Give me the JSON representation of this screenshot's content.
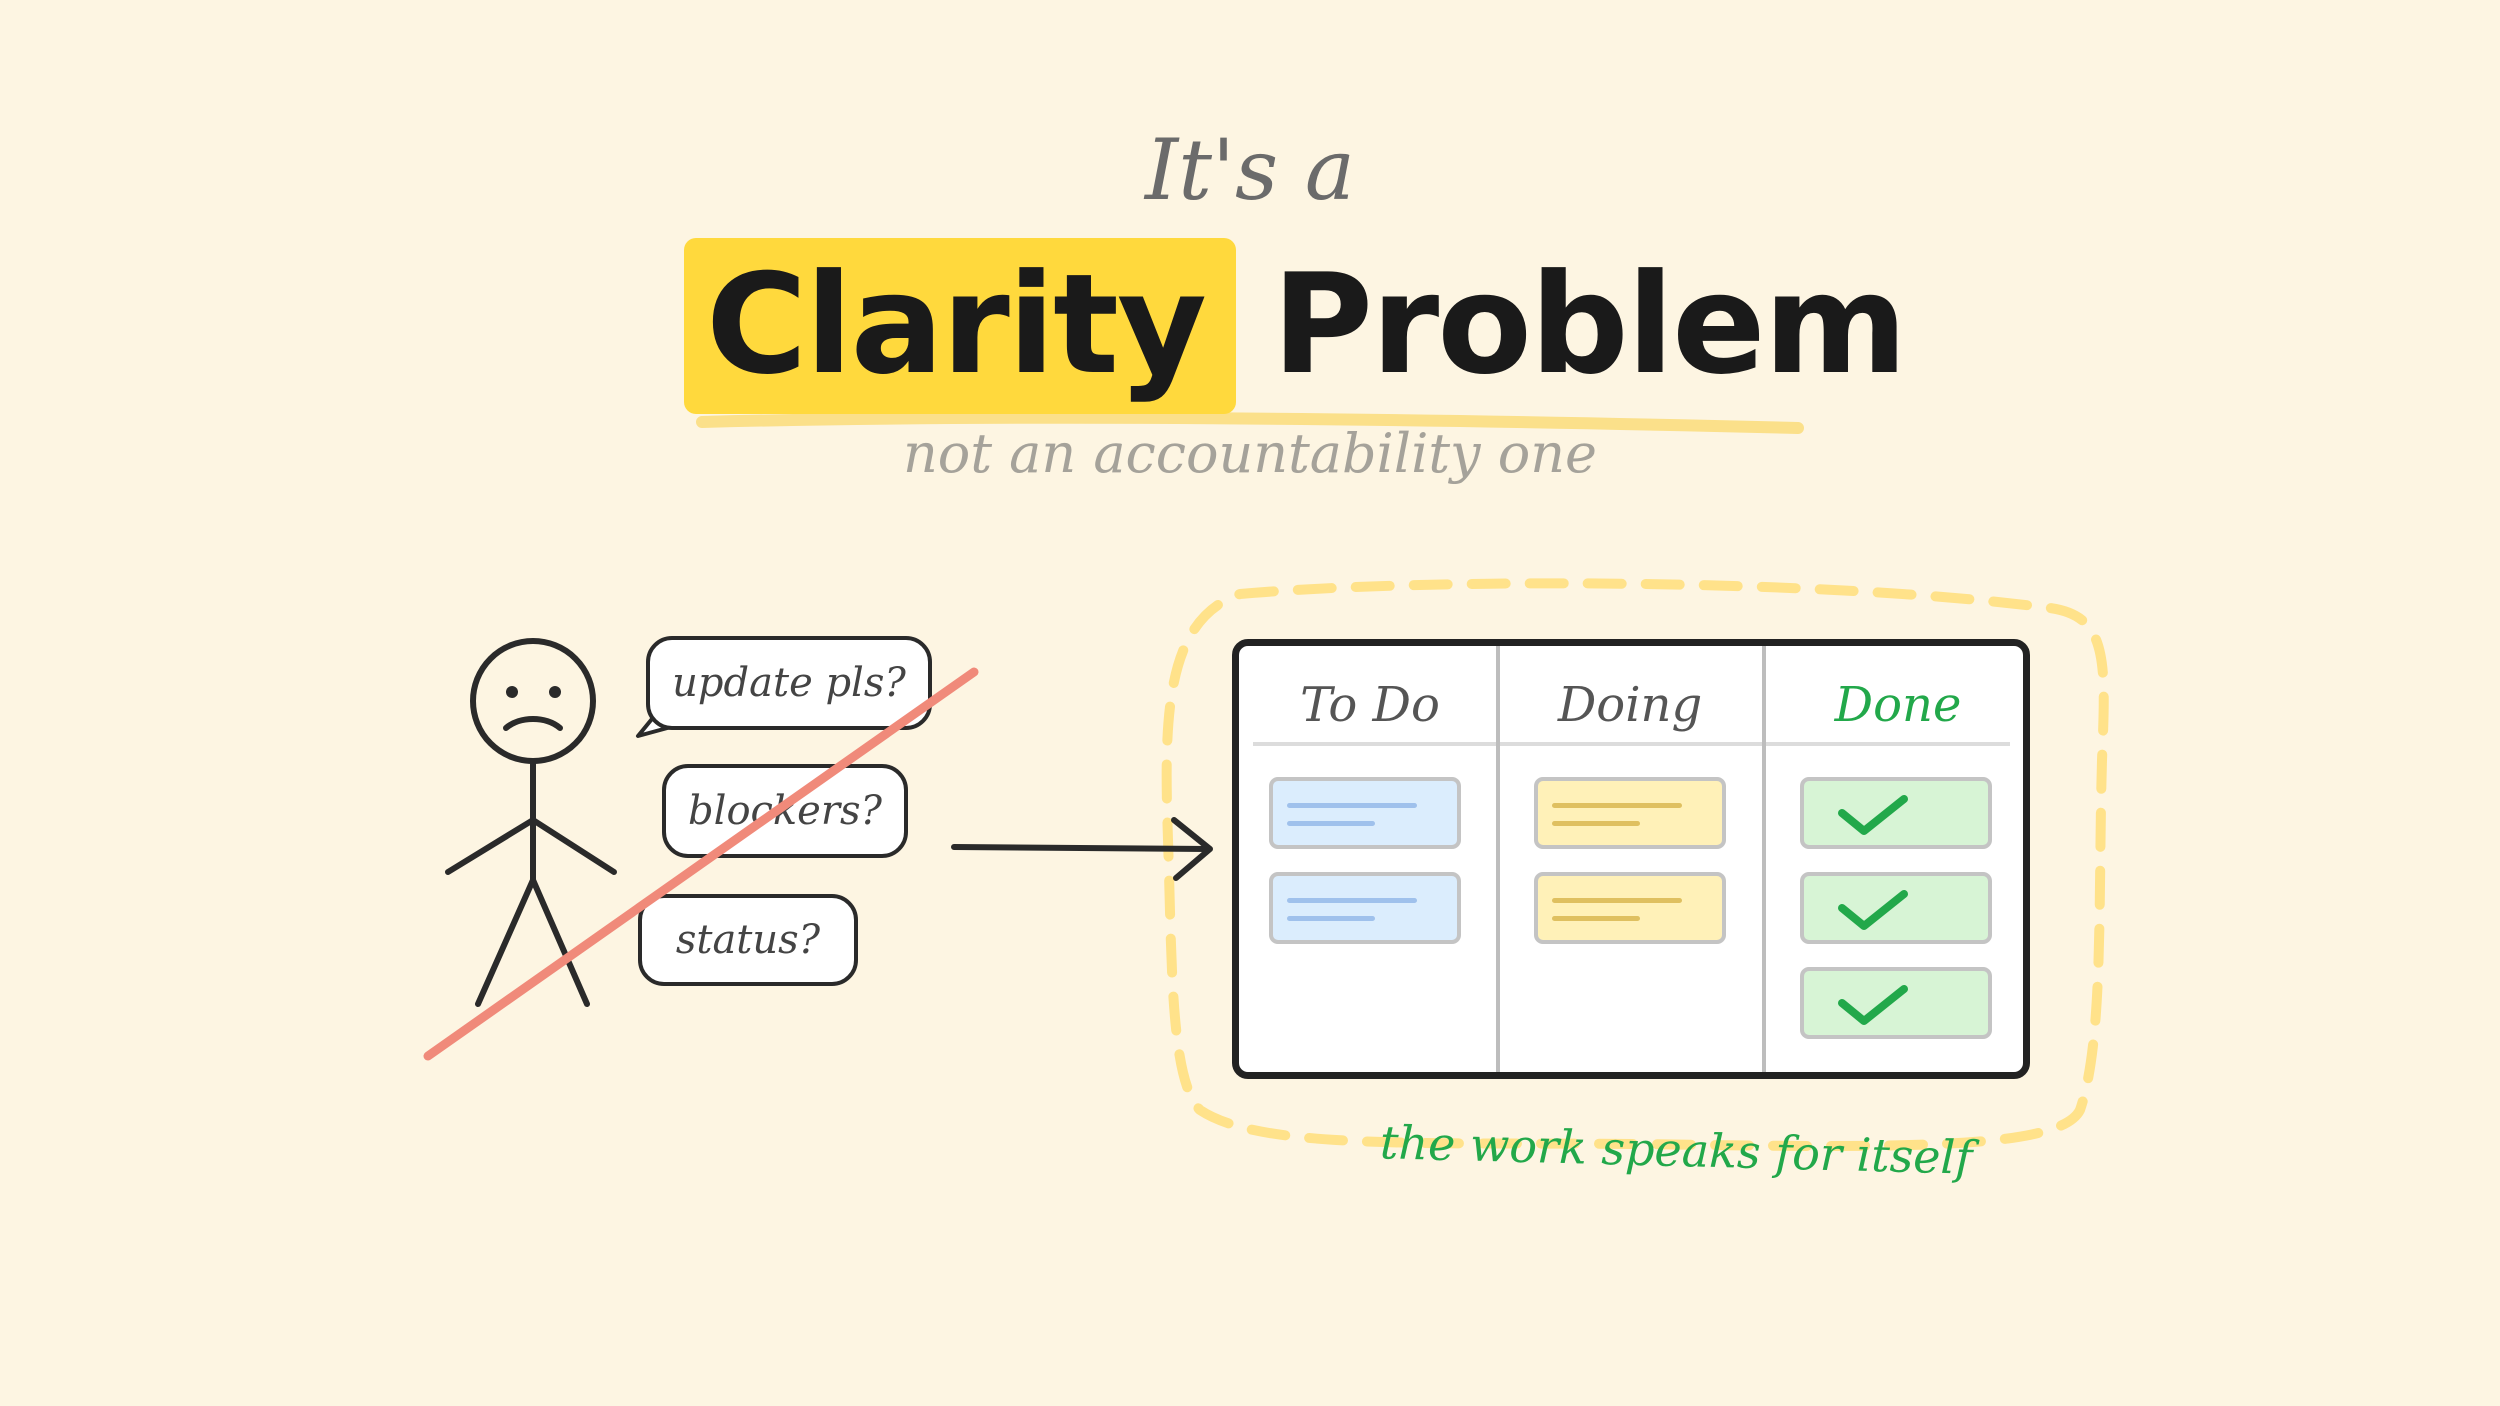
{
  "heading": {
    "pre": "It's a",
    "highlight_word": "Clarity",
    "main_word": "Problem",
    "subtitle": "not an accountability one"
  },
  "bubbles": [
    "update pls?",
    "blockers?",
    "status?"
  ],
  "board": {
    "columns": [
      {
        "title": "To Do",
        "cards": 2
      },
      {
        "title": "Doing",
        "cards": 2
      },
      {
        "title": "Done",
        "cards": 3
      }
    ]
  },
  "caption": "the work speaks for itself",
  "colors": {
    "background": "#fdf5e2",
    "highlight": "#ffd93d",
    "done_green": "#22a84a",
    "strike_red": "#f08a7a",
    "dash_yellow": "#ffe28a"
  },
  "icons": [
    "sad-face-icon",
    "arrow-right-icon",
    "checkmark-icon"
  ]
}
